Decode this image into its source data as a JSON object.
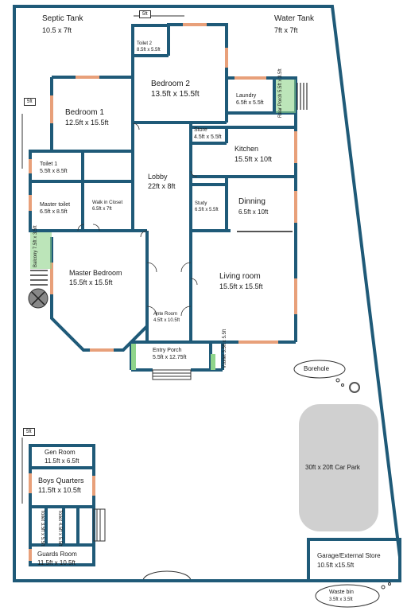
{
  "site": {
    "septic_tank": {
      "name": "Septic Tank",
      "size": "10.5 x 7ft"
    },
    "water_tank": {
      "name": "Water Tank",
      "size": "7ft x 7ft"
    },
    "setback_top": "5ft",
    "setback_left": "5ft",
    "setback_annex": "5ft",
    "borehole": "Borehole",
    "car_park": "30ft x 20ft Car Park",
    "garage": {
      "name": "Garage/External Store",
      "size": "10.5ft x15.5ft"
    },
    "waste_bin": {
      "name": "Waste bin",
      "size": "3.5ft x 3.5ft"
    }
  },
  "rooms": {
    "toilet2": {
      "name": "Toilet 2",
      "size": "8.5ft x 5.5ft"
    },
    "bedroom2": {
      "name": "Bedroom 2",
      "size": "13.5ft x 15.5ft"
    },
    "laundry": {
      "name": "Laundry",
      "size": "6.5ft x 5.5ft"
    },
    "rear_porch": {
      "name": "Rear Porch",
      "size": "5.5ft x 3.5ft"
    },
    "bedroom1": {
      "name": "Bedroom 1",
      "size": "12.5ft x 15.5ft"
    },
    "store": {
      "name": "Store",
      "size": "4.5ft x 5.5ft"
    },
    "kitchen": {
      "name": "Kitchen",
      "size": "15.5ft x 10ft"
    },
    "toilet1": {
      "name": "Toilet 1",
      "size": "5.5ft x 8.5ft"
    },
    "lobby": {
      "name": "Lobby",
      "size": "22ft x 8ft"
    },
    "master_toilet": {
      "name": "Master toilet",
      "size": "6.5ft x 8.5ft"
    },
    "walk_in_closet": {
      "name": "Walk in Closet",
      "size": "6.5ft x 7ft"
    },
    "study": {
      "name": "Study",
      "size": "6.5ft x 5.5ft"
    },
    "dinning": {
      "name": "Dinning",
      "size": "6.5ft x 10ft"
    },
    "balcony": {
      "name": "Balcony",
      "size": "7.5ft x 3.5ft"
    },
    "master_bedroom": {
      "name": "Master Bedroom",
      "size": "15.5ft x 15.5ft"
    },
    "living_room": {
      "name": "Living room",
      "size": "15.5ft x 15.5ft"
    },
    "ante_room": {
      "name": "Ante Room",
      "size": "4.5ft x 10.5ft"
    },
    "entry_porch": {
      "name": "Entry Porch",
      "size": "5.5ft x 12.75ft"
    },
    "v_toilet": {
      "name": "V.toilet",
      "size": "3.5ft x 5.5ft"
    }
  },
  "annex": {
    "gen_room": {
      "name": "Gen Room",
      "size": "11.5ft x 6.5ft"
    },
    "boys_quarters": {
      "name": "Boys Quarters",
      "size": "11.5ft x 10.5ft"
    },
    "toilet_a": {
      "name": "Toilet",
      "size": "3.5ft x 5.5ft"
    },
    "toilet_b": {
      "name": "Toilet",
      "size": "4.5ft x 5.5ft"
    },
    "guards_room": {
      "name": "Guards Room",
      "size": "11.5ft x 10.5ft"
    }
  },
  "colors": {
    "wall": "#1f5a78",
    "window": "#e8a07a",
    "balcony": "#8fd48a",
    "carpark": "#d0d0d0"
  }
}
